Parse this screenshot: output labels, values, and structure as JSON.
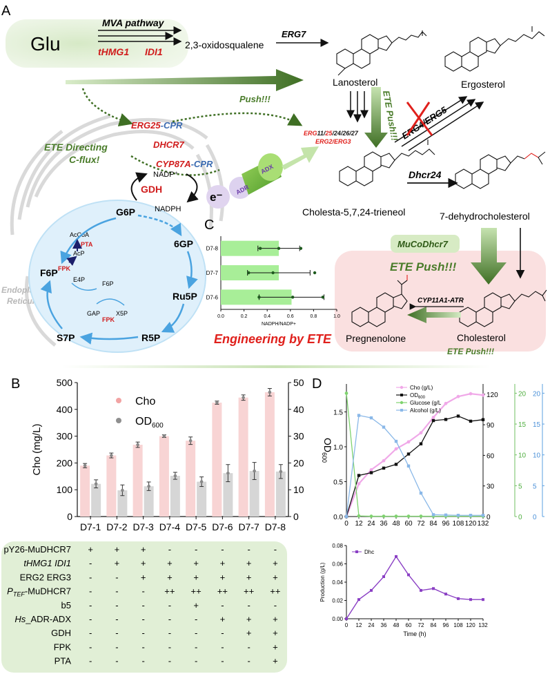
{
  "panel_labels": {
    "a": "A",
    "b": "B",
    "c": "C",
    "d": "D"
  },
  "pathway": {
    "glu": "Glu",
    "mva": "MVA pathway",
    "thmg1": "tHMG1",
    "idi1": "IDI1",
    "oxidosqualene": "2,3-oxidosqualene",
    "erg7": "ERG7",
    "lanosterol": "Lanosterol",
    "ergosterol": "Ergosterol",
    "push": "Push!!!",
    "ete_push_vertical": "ETE Push!!!",
    "erg_list": {
      "p1": "ERG",
      "p2": "11/",
      "p3": "25",
      "p4": "/24/26/27",
      "line2": "ERG2/ERG3"
    },
    "erg4_erg5": "ERG4/ERG5",
    "erg25": "ERG25",
    "cpr": "-CPR",
    "dhcr7": "DHCR7",
    "cyp87a": "CYP87A",
    "ete_directing_1": "ETE Directing",
    "ete_directing_2": "C-flux!",
    "nadp_plus": "NADP⁺",
    "nadph": "NADPH",
    "gdh": "GDH",
    "electron": "e⁻",
    "adr": "ADR",
    "adx": "ADX",
    "cholesta": "Cholesta-5,7,24-trieneol",
    "dhcr24": "Dhcr24",
    "dehydro": "7-dehydrocholesterol",
    "mucodhcr7": "MuCoDhcr7",
    "ete_push_big": "ETE Push!!!",
    "cyp11a1": "CYP11A1-ATR",
    "pregnenolone": "Pregnenolone",
    "cholesterol": "Cholesterol",
    "ete_push_small": "ETE Push!!!",
    "engineering": "Engineering by ETE",
    "er_1": "Endoplasmic",
    "er_2": "Reticulum",
    "mets": {
      "g6p": "G6P",
      "p6gp": "6GP",
      "ru5p": "Ru5P",
      "r5p": "R5P",
      "s7p": "S7P",
      "f6p": "F6P",
      "f6p_small": "F6P",
      "e4p": "E4P",
      "gap": "GAP",
      "x5p": "X5P",
      "acp": "AcP",
      "accoa": "AcCoA",
      "pta": "PTA",
      "fpk": "FPK",
      "fpk2": "FPK"
    }
  },
  "colors": {
    "green": "#4a7c2a",
    "red": "#e0201c",
    "blue": "#3a6ab0",
    "pink_bar": "#f8d4d4",
    "grey_bar": "#d6d6d6",
    "green_bar": "#a8ee98"
  },
  "chart_data": [
    {
      "type": "bar",
      "categories": [
        "D7-8",
        "D7-7",
        "D7-6"
      ],
      "values": [
        0.5,
        0.5,
        0.61
      ],
      "errors": [
        0.18,
        0.27,
        0.28
      ],
      "points": [
        [
          0.34,
          0.5,
          0.69
        ],
        [
          0.24,
          0.45,
          0.81
        ],
        [
          0.33,
          0.62,
          0.88
        ]
      ],
      "xlabel": "NADPH/NADP+",
      "xlim": [
        0.0,
        1.0
      ],
      "xticks": [
        "0.0",
        "0.2",
        "0.4",
        "0.6",
        "0.8",
        "1.0"
      ],
      "orientation": "horizontal"
    },
    {
      "type": "bar",
      "categories": [
        "D7-1",
        "D7-2",
        "D7-3",
        "D7-4",
        "D7-5",
        "D7-6",
        "D7-7",
        "D7-8"
      ],
      "series": [
        {
          "name": "Cho",
          "values": [
            190,
            228,
            268,
            300,
            283,
            425,
            444,
            464
          ],
          "errors": [
            8,
            9,
            10,
            5,
            14,
            6,
            10,
            14
          ]
        },
        {
          "name": "OD600",
          "values": [
            12.2,
            9.8,
            11.3,
            15.2,
            13.0,
            16.2,
            17.0,
            16.8
          ],
          "errors": [
            1.5,
            2.0,
            1.6,
            1.3,
            1.8,
            3.2,
            3.2,
            2.6
          ]
        }
      ],
      "ylabel": "Cho (mg/L)",
      "ylim": [
        0,
        500
      ],
      "y2lim": [
        0,
        50
      ],
      "yticks": [
        "0",
        "100",
        "200",
        "300",
        "400",
        "500"
      ],
      "y2ticks": [
        "0",
        "10",
        "20",
        "30",
        "40",
        "50"
      ]
    },
    {
      "type": "line",
      "x": [
        0,
        12,
        24,
        36,
        48,
        60,
        72,
        84,
        96,
        108,
        120,
        132
      ],
      "series": [
        {
          "name": "Cho (g/L)",
          "values": [
            0.0,
            0.47,
            0.67,
            0.8,
            0.97,
            1.07,
            1.2,
            1.42,
            1.62,
            1.72,
            1.76,
            1.74
          ]
        },
        {
          "name": "OD600",
          "values": [
            0.0,
            40.3,
            43.0,
            47.5,
            51.2,
            61.3,
            71.3,
            94.1,
            95.2,
            98.5,
            93.5,
            95.0
          ]
        },
        {
          "name": "Glucose (g/L",
          "values": [
            20.0,
            0.1,
            0.05,
            0.05,
            0.05,
            0.05,
            0.05,
            0.05,
            0.05,
            0.05,
            0.05,
            0.05
          ]
        },
        {
          "name": "Alcohol (g/L)",
          "values": [
            0.0,
            16.4,
            16.0,
            14.5,
            12.2,
            8.2,
            3.8,
            0.3,
            0.25,
            0.2,
            0.2,
            0.2
          ]
        }
      ],
      "ylabel": "OD600",
      "xlim": [
        0,
        132
      ],
      "xticks": [
        "0",
        "12",
        "24",
        "36",
        "48",
        "60",
        "72",
        "84",
        "96",
        "108",
        "120",
        "132"
      ],
      "yticks_left": [
        "0.0",
        "0.5",
        "1.0",
        "1.5"
      ],
      "yticks_black": [
        "0",
        "30",
        "60",
        "90",
        "120"
      ],
      "yticks_green": [
        "0",
        "5",
        "10",
        "15",
        "20"
      ],
      "yticks_blue": [
        "0",
        "5",
        "10",
        "15",
        "20"
      ]
    },
    {
      "type": "line",
      "x": [
        0,
        12,
        24,
        36,
        48,
        60,
        72,
        84,
        96,
        108,
        120,
        132
      ],
      "series": [
        {
          "name": "Dhc",
          "values": [
            0.0,
            0.021,
            0.031,
            0.046,
            0.068,
            0.048,
            0.031,
            0.033,
            0.027,
            0.022,
            0.021,
            0.021
          ]
        }
      ],
      "ylabel": "Production (g/L)",
      "xlabel": "Time (h)",
      "ylim": [
        0,
        0.08
      ],
      "yticks": [
        "0.00",
        "0.02",
        "0.04",
        "0.06",
        "0.08"
      ],
      "xticks": [
        "0",
        "12",
        "24",
        "36",
        "48",
        "60",
        "72",
        "84",
        "96",
        "108",
        "120",
        "132"
      ]
    }
  ],
  "table": {
    "rows": [
      {
        "label": "pY26-MuDHCR7",
        "cells": [
          "+",
          "+",
          "+",
          "-",
          "-",
          "-",
          "-",
          "-"
        ]
      },
      {
        "label": "tHMG1 IDI1",
        "cells": [
          "-",
          "+",
          "+",
          "+",
          "+",
          "+",
          "+",
          "+"
        ]
      },
      {
        "label": "ERG2 ERG3",
        "cells": [
          "-",
          "-",
          "+",
          "+",
          "+",
          "+",
          "+",
          "+"
        ]
      },
      {
        "label": "MuDHCR7",
        "label_prefix": "P",
        "label_sub": "TEF",
        "cells": [
          "-",
          "-",
          "-",
          "++",
          "++",
          "++",
          "++",
          "++"
        ]
      },
      {
        "label": "b5",
        "cells": [
          "-",
          "-",
          "-",
          "-",
          "+",
          "-",
          "-",
          "-"
        ]
      },
      {
        "label": "_ADR-ADX",
        "label_prefix": "Hs",
        "cells": [
          "-",
          "-",
          "-",
          "-",
          "-",
          "+",
          "+",
          "+"
        ]
      },
      {
        "label": "GDH",
        "cells": [
          "-",
          "-",
          "-",
          "-",
          "-",
          "-",
          "+",
          "+"
        ]
      },
      {
        "label": "FPK",
        "cells": [
          "-",
          "-",
          "-",
          "-",
          "-",
          "-",
          "-",
          "+"
        ]
      },
      {
        "label": "PTA",
        "cells": [
          "-",
          "-",
          "-",
          "-",
          "-",
          "-",
          "-",
          "+"
        ]
      }
    ]
  }
}
